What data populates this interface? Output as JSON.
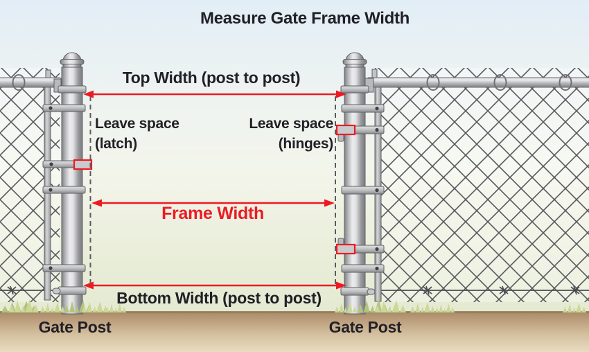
{
  "title": "Measure Gate Frame Width",
  "annotations": {
    "top_width": "Top Width (post to post)",
    "frame_width": "Frame Width",
    "bottom_width": "Bottom Width (post to post)",
    "leave_space_latch": {
      "line1": "Leave space",
      "line2": "(latch)"
    },
    "leave_space_hinges": {
      "line1": "Leave space",
      "line2": "(hinges)"
    },
    "left_post_label": "Gate Post",
    "right_post_label": "Gate Post"
  },
  "colors": {
    "accent_red": "#ec1b23",
    "text_dark": "#211f26",
    "sky_top": "#e2eef6",
    "field_green": "#e4ead2",
    "dirt_brown": "#b29674",
    "grass_green": "#ccd898",
    "metal_gray": "#c9cacd",
    "mesh_gray": "#57585c",
    "dash_gray": "#5a5b5f"
  }
}
